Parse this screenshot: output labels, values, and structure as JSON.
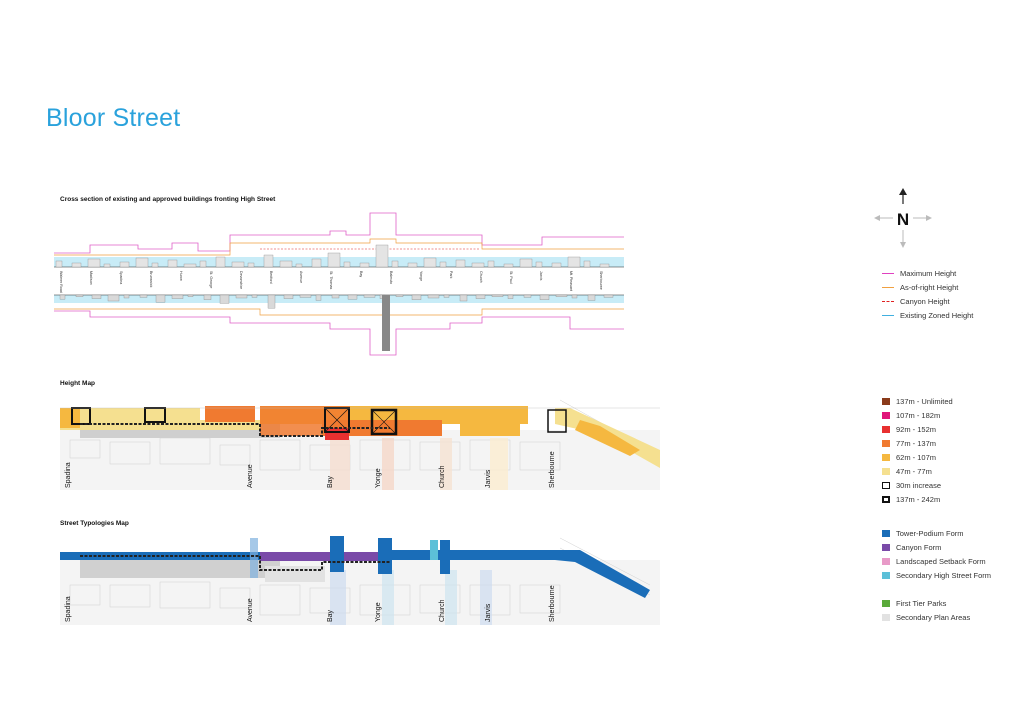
{
  "page": {
    "title": "Bloor Street"
  },
  "sections": {
    "cross_section": "Cross section of existing and approved buildings fronting High Street",
    "height_map": "Height Map",
    "typology_map": "Street Typologies Map"
  },
  "compass": {
    "label": "N"
  },
  "cross_section_streets": [
    "Walmer Road",
    "Madison",
    "Spadina",
    "Brunswick",
    "Huron",
    "St. George",
    "Devonshire",
    "Bedford",
    "Avenue",
    "St. Thomas",
    "Bay",
    "Balmuto",
    "Yonge",
    "Park",
    "Church",
    "St. Paul",
    "Jarvis",
    "Mt. Pleasant",
    "Sherbourne"
  ],
  "map_streets": [
    "Spadina",
    "Avenue",
    "Bay",
    "Yonge",
    "Church",
    "Jarvis",
    "Sherbourne"
  ],
  "legend_lines": [
    {
      "label": "Maximum Height",
      "color": "#e040c0",
      "dash": false
    },
    {
      "label": "As-of-right Height",
      "color": "#f0a040",
      "dash": false
    },
    {
      "label": "Canyon Height",
      "color": "#e02020",
      "dash": true
    },
    {
      "label": "Existing Zoned Height",
      "color": "#40b0e0",
      "dash": false
    }
  ],
  "legend_heights": [
    {
      "label": "137m - Unlimited",
      "color": "#8a3a1a",
      "outline": false
    },
    {
      "label": "107m - 182m",
      "color": "#e0167a",
      "outline": false
    },
    {
      "label": "92m - 152m",
      "color": "#e83030",
      "outline": false
    },
    {
      "label": "77m - 137m",
      "color": "#f07a30",
      "outline": false
    },
    {
      "label": "62m - 107m",
      "color": "#f5b840",
      "outline": false
    },
    {
      "label": "47m - 77m",
      "color": "#f5e090",
      "outline": false
    },
    {
      "label": "30m increase",
      "color": "#ffffff",
      "outline": "thin"
    },
    {
      "label": "137m - 242m",
      "color": "#ffffff",
      "outline": "thick"
    }
  ],
  "legend_typologies": [
    {
      "label": "Tower-Podium Form",
      "color": "#1a6db8"
    },
    {
      "label": "Canyon Form",
      "color": "#7a4aa8"
    },
    {
      "label": "Landscaped Setback Form",
      "color": "#e89ac8"
    },
    {
      "label": "Secondary High Street Form",
      "color": "#5cc0d8"
    }
  ],
  "legend_other": [
    {
      "label": "First Tier Parks",
      "color": "#5aaa3a"
    },
    {
      "label": "Secondary Plan Areas",
      "color": "#e2e2e2"
    }
  ]
}
